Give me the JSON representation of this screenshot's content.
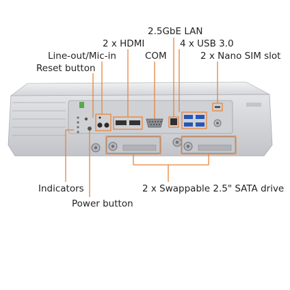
{
  "callouts": {
    "lan": "2.5GbE LAN",
    "hdmi": "2 x HDMI",
    "usb": "4 x USB 3.0",
    "audio": "Line-out/Mic-in",
    "com": "COM",
    "sim": "2 x Nano SIM slot",
    "reset": "Reset button",
    "indicators": "Indicators",
    "sata": "2 x Swappable 2.5\" SATA drive",
    "power": "Power button"
  },
  "colors": {
    "callout_line": "#e8833a",
    "label_text": "#222222",
    "chassis": "#d9dadd"
  }
}
